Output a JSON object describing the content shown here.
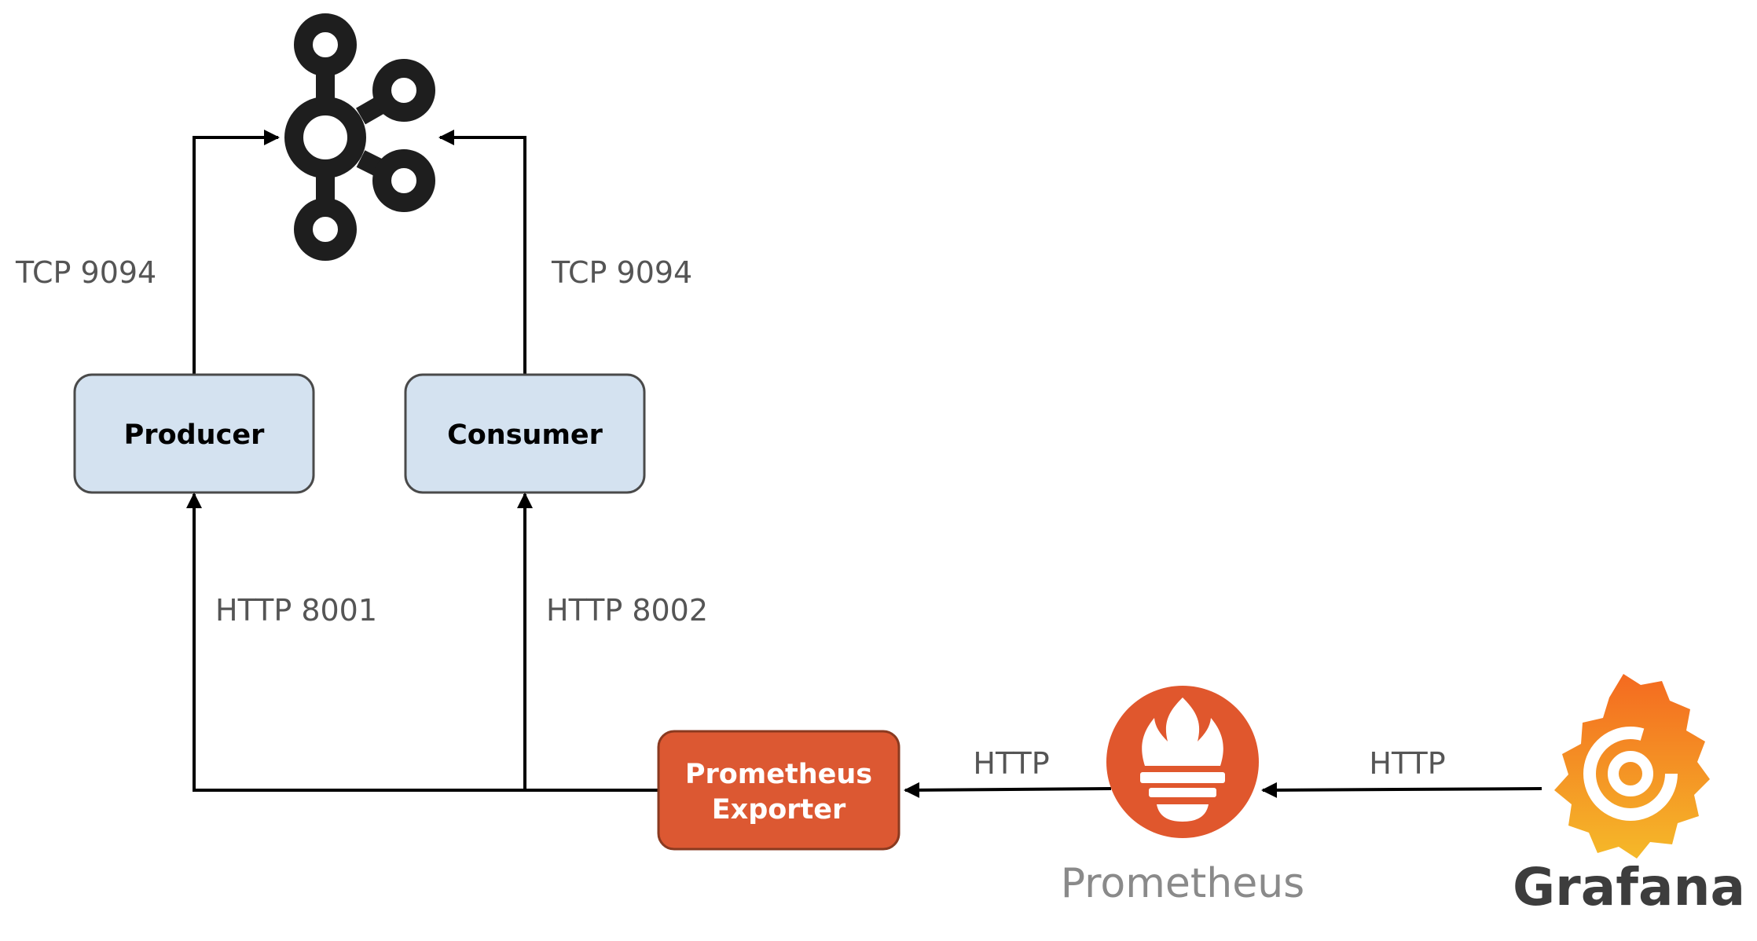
{
  "colors": {
    "line": "#000000",
    "box_fill": "#d4e2f0",
    "box_stroke": "#4a4a4a",
    "exporter_fill": "#dc5832",
    "exporter_stroke": "#8a3a20",
    "prometheus_orange": "#e0572d",
    "prometheus_text": "#8a8a8a",
    "grafana_orange": "#f46a20",
    "grafana_yellow": "#f5b929",
    "grafana_text": "#3d3d3d",
    "label_gray": "#555555"
  },
  "nodes": {
    "kafka": {
      "icon": "kafka-logo-icon"
    },
    "producer": {
      "label": "Producer"
    },
    "consumer": {
      "label": "Consumer"
    },
    "exporter": {
      "line1": "Prometheus",
      "line2": "Exporter"
    },
    "prometheus": {
      "icon": "prometheus-logo-icon",
      "label": "Prometheus"
    },
    "grafana": {
      "icon": "grafana-logo-icon",
      "label": "Grafana"
    }
  },
  "edges": {
    "producer_to_kafka": "TCP 9094",
    "consumer_to_kafka": "TCP 9094",
    "exporter_to_producer": "HTTP 8001",
    "exporter_to_consumer": "HTTP 8002",
    "prometheus_to_exporter": "HTTP",
    "grafana_to_prometheus": "HTTP"
  }
}
